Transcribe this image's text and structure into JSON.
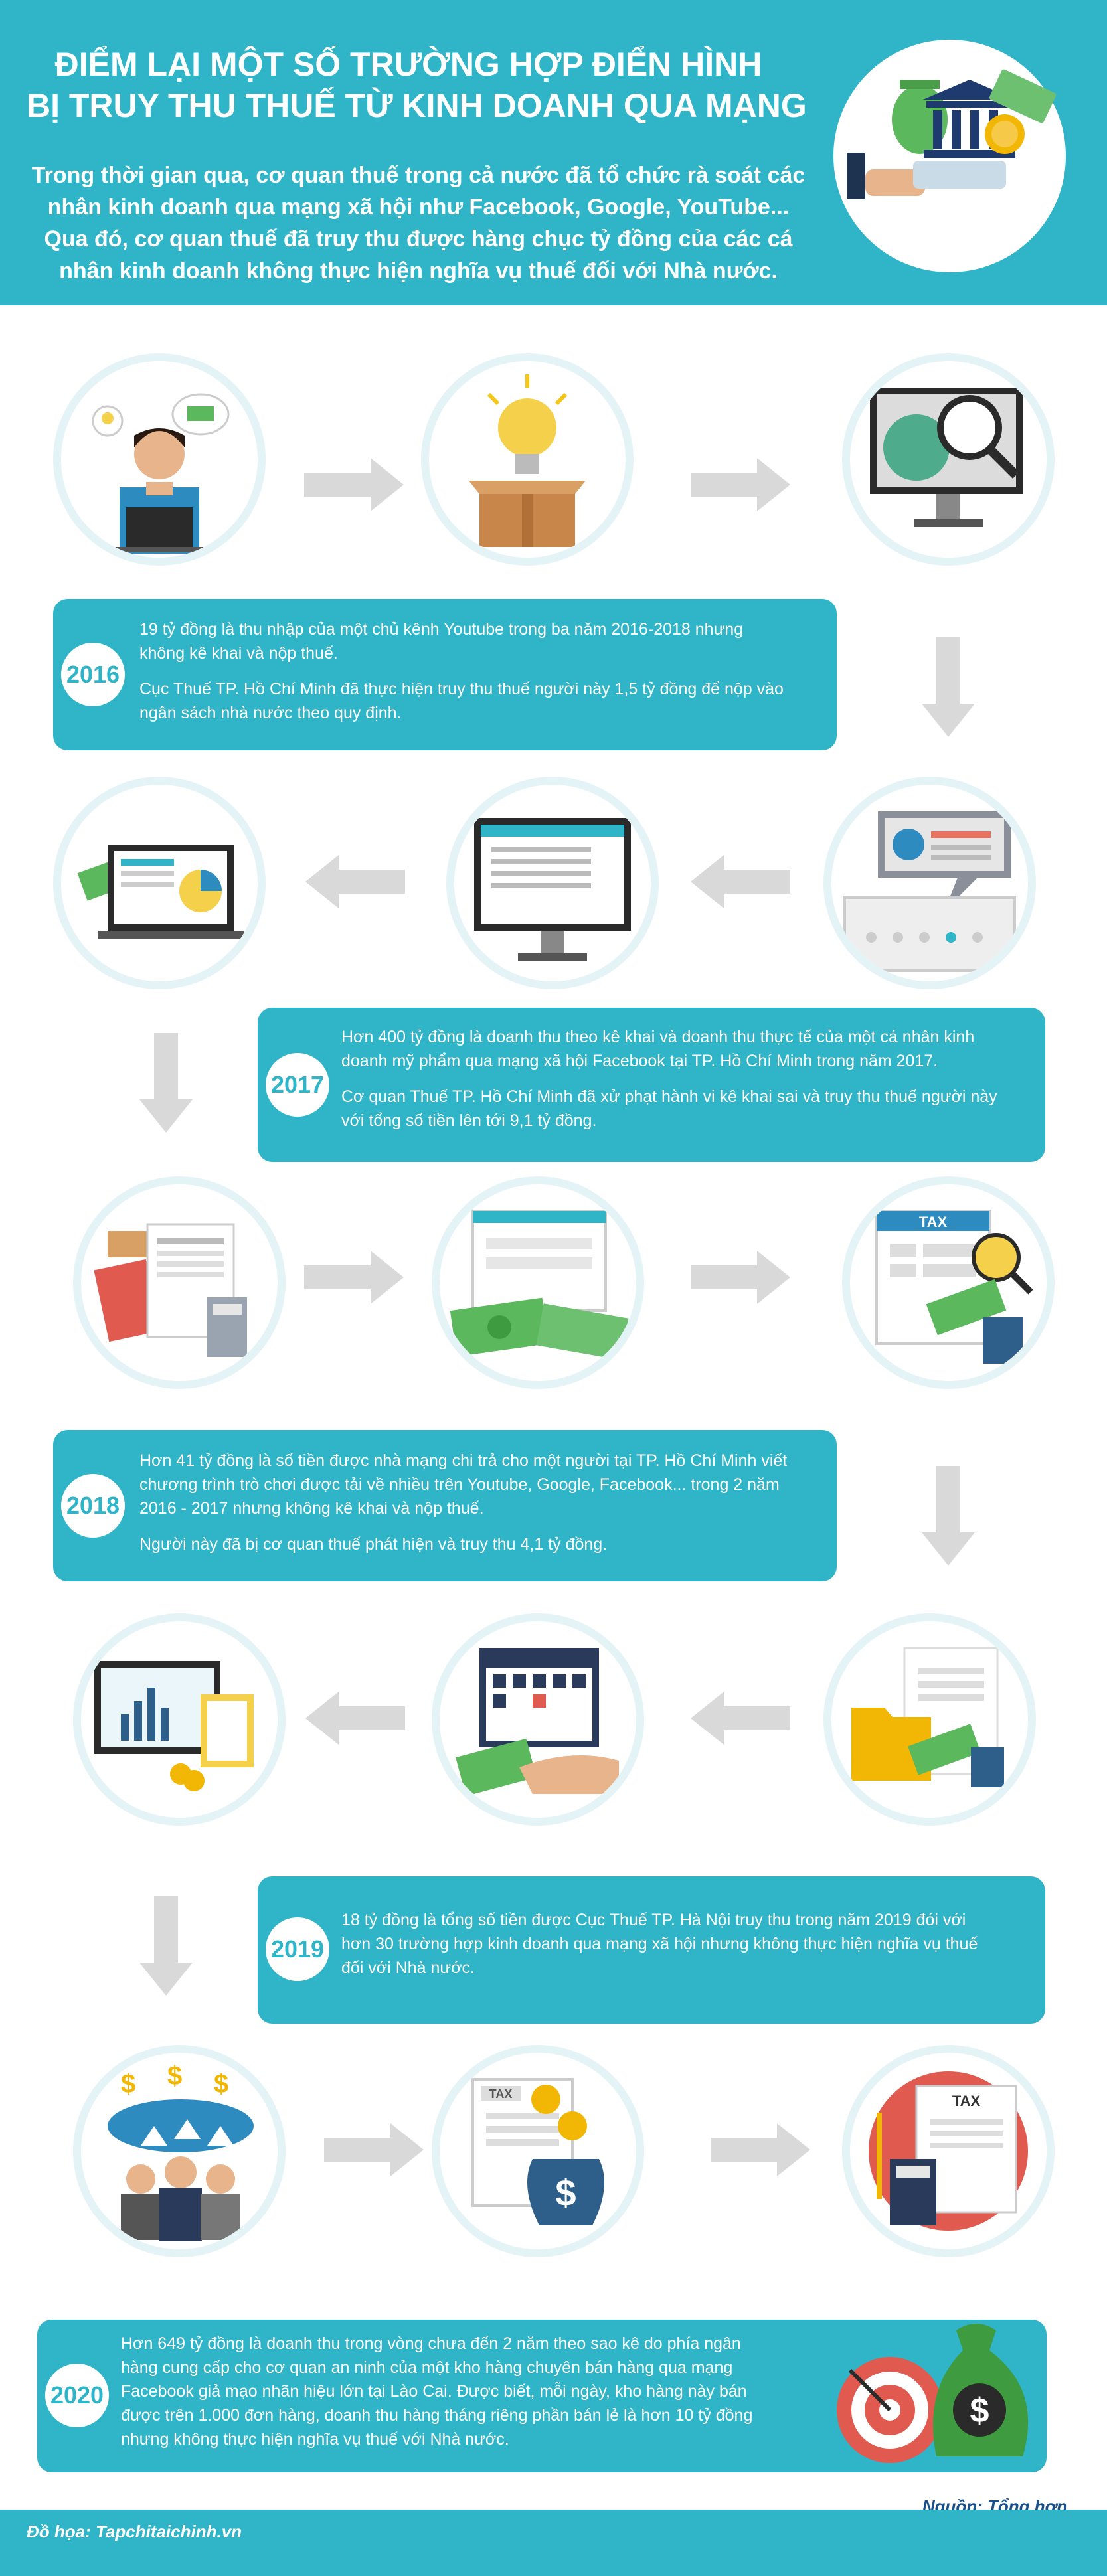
{
  "header": {
    "title_line1": "ĐIỂM LẠI MỘT SỐ TRƯỜNG HỢP ĐIỂN HÌNH",
    "title_line2": "BỊ TRUY THU THUẾ TỪ KINH DOANH QUA MẠNG",
    "intro_lines": [
      "Trong thời gian qua, cơ quan thuế trong cả nước đã tổ chức rà soát các",
      "nhân kinh doanh qua mạng xã hội như Facebook, Google, YouTube...",
      "Qua đó, cơ quan thuế đã truy thu được hàng chục tỷ đồng của các cá",
      "nhân kinh doanh không thực hiện nghĩa vụ thuế đối với Nhà nước."
    ]
  },
  "cases": [
    {
      "year": "2016",
      "paragraphs": [
        [
          "19 tỷ đồng là thu nhập của một chủ kênh Youtube trong ba năm 2016-2018 nhưng",
          "không kê khai và nộp thuế."
        ],
        [
          "Cục Thuế TP. Hồ Chí Minh đã thực hiện truy thu thuế người này 1,5 tỷ đồng để nộp vào",
          "ngân sách nhà nước theo quy định."
        ]
      ]
    },
    {
      "year": "2017",
      "paragraphs": [
        [
          "Hơn 400 tỷ đồng là doanh thu theo kê khai và doanh thu thực tế của một cá nhân kinh",
          "doanh mỹ phẩm qua mạng xã hội Facebook tại TP. Hồ Chí Minh trong năm 2017."
        ],
        [
          "Cơ quan Thuế TP. Hồ Chí Minh đã xử phạt hành vi kê khai sai và truy thu thuế người này",
          "với tổng số tiền lên tới 9,1 tỷ đồng."
        ]
      ]
    },
    {
      "year": "2018",
      "paragraphs": [
        [
          "Hơn 41 tỷ đồng là số tiền được nhà mạng chi trả cho một người tại TP. Hồ Chí Minh viết",
          "chương trình trò chơi được tải về nhiều trên Youtube, Google, Facebook... trong 2 năm",
          "2016 - 2017 nhưng không kê khai và nộp thuế."
        ],
        [
          "Người này đã bị cơ quan thuế phát hiện và truy thu 4,1 tỷ đồng."
        ]
      ]
    },
    {
      "year": "2019",
      "paragraphs": [
        [
          "18 tỷ đồng là tổng số tiền được Cục Thuế TP. Hà Nội truy thu trong năm 2019 đói với",
          "hơn 30 trường hợp kinh doanh qua mạng xã hội nhưng không thực hiện nghĩa vụ thuế",
          "đối với Nhà nước."
        ]
      ]
    },
    {
      "year": "2020",
      "paragraphs": [
        [
          "Hơn 649 tỷ đồng là doanh thu trong vòng chưa đến 2 năm theo sao kê do phía ngân",
          "hàng cung cấp cho cơ quan an ninh của một kho hàng chuyên bán hàng qua mạng",
          "Facebook giả mạo nhãn hiệu lớn tại Lào Cai.  Được biết, mỗi ngày, kho hàng này bán",
          "được trên 1.000 đơn hàng, doanh thu hàng tháng riêng phần bán lẻ là hơn 10 tỷ đồng",
          "nhưng không thực hiện nghĩa vụ thuế với Nhà nước."
        ]
      ]
    }
  ],
  "footer": {
    "credit": "Đồ họa: Tapchitaichinh.vn",
    "source": "Nguồn: Tổng hợp"
  },
  "icons": {
    "tax_label": "TAX"
  },
  "colors": {
    "accent": "#2fb4c8",
    "arrow": "#d9d9d9",
    "ring": "#e4f3f6"
  }
}
